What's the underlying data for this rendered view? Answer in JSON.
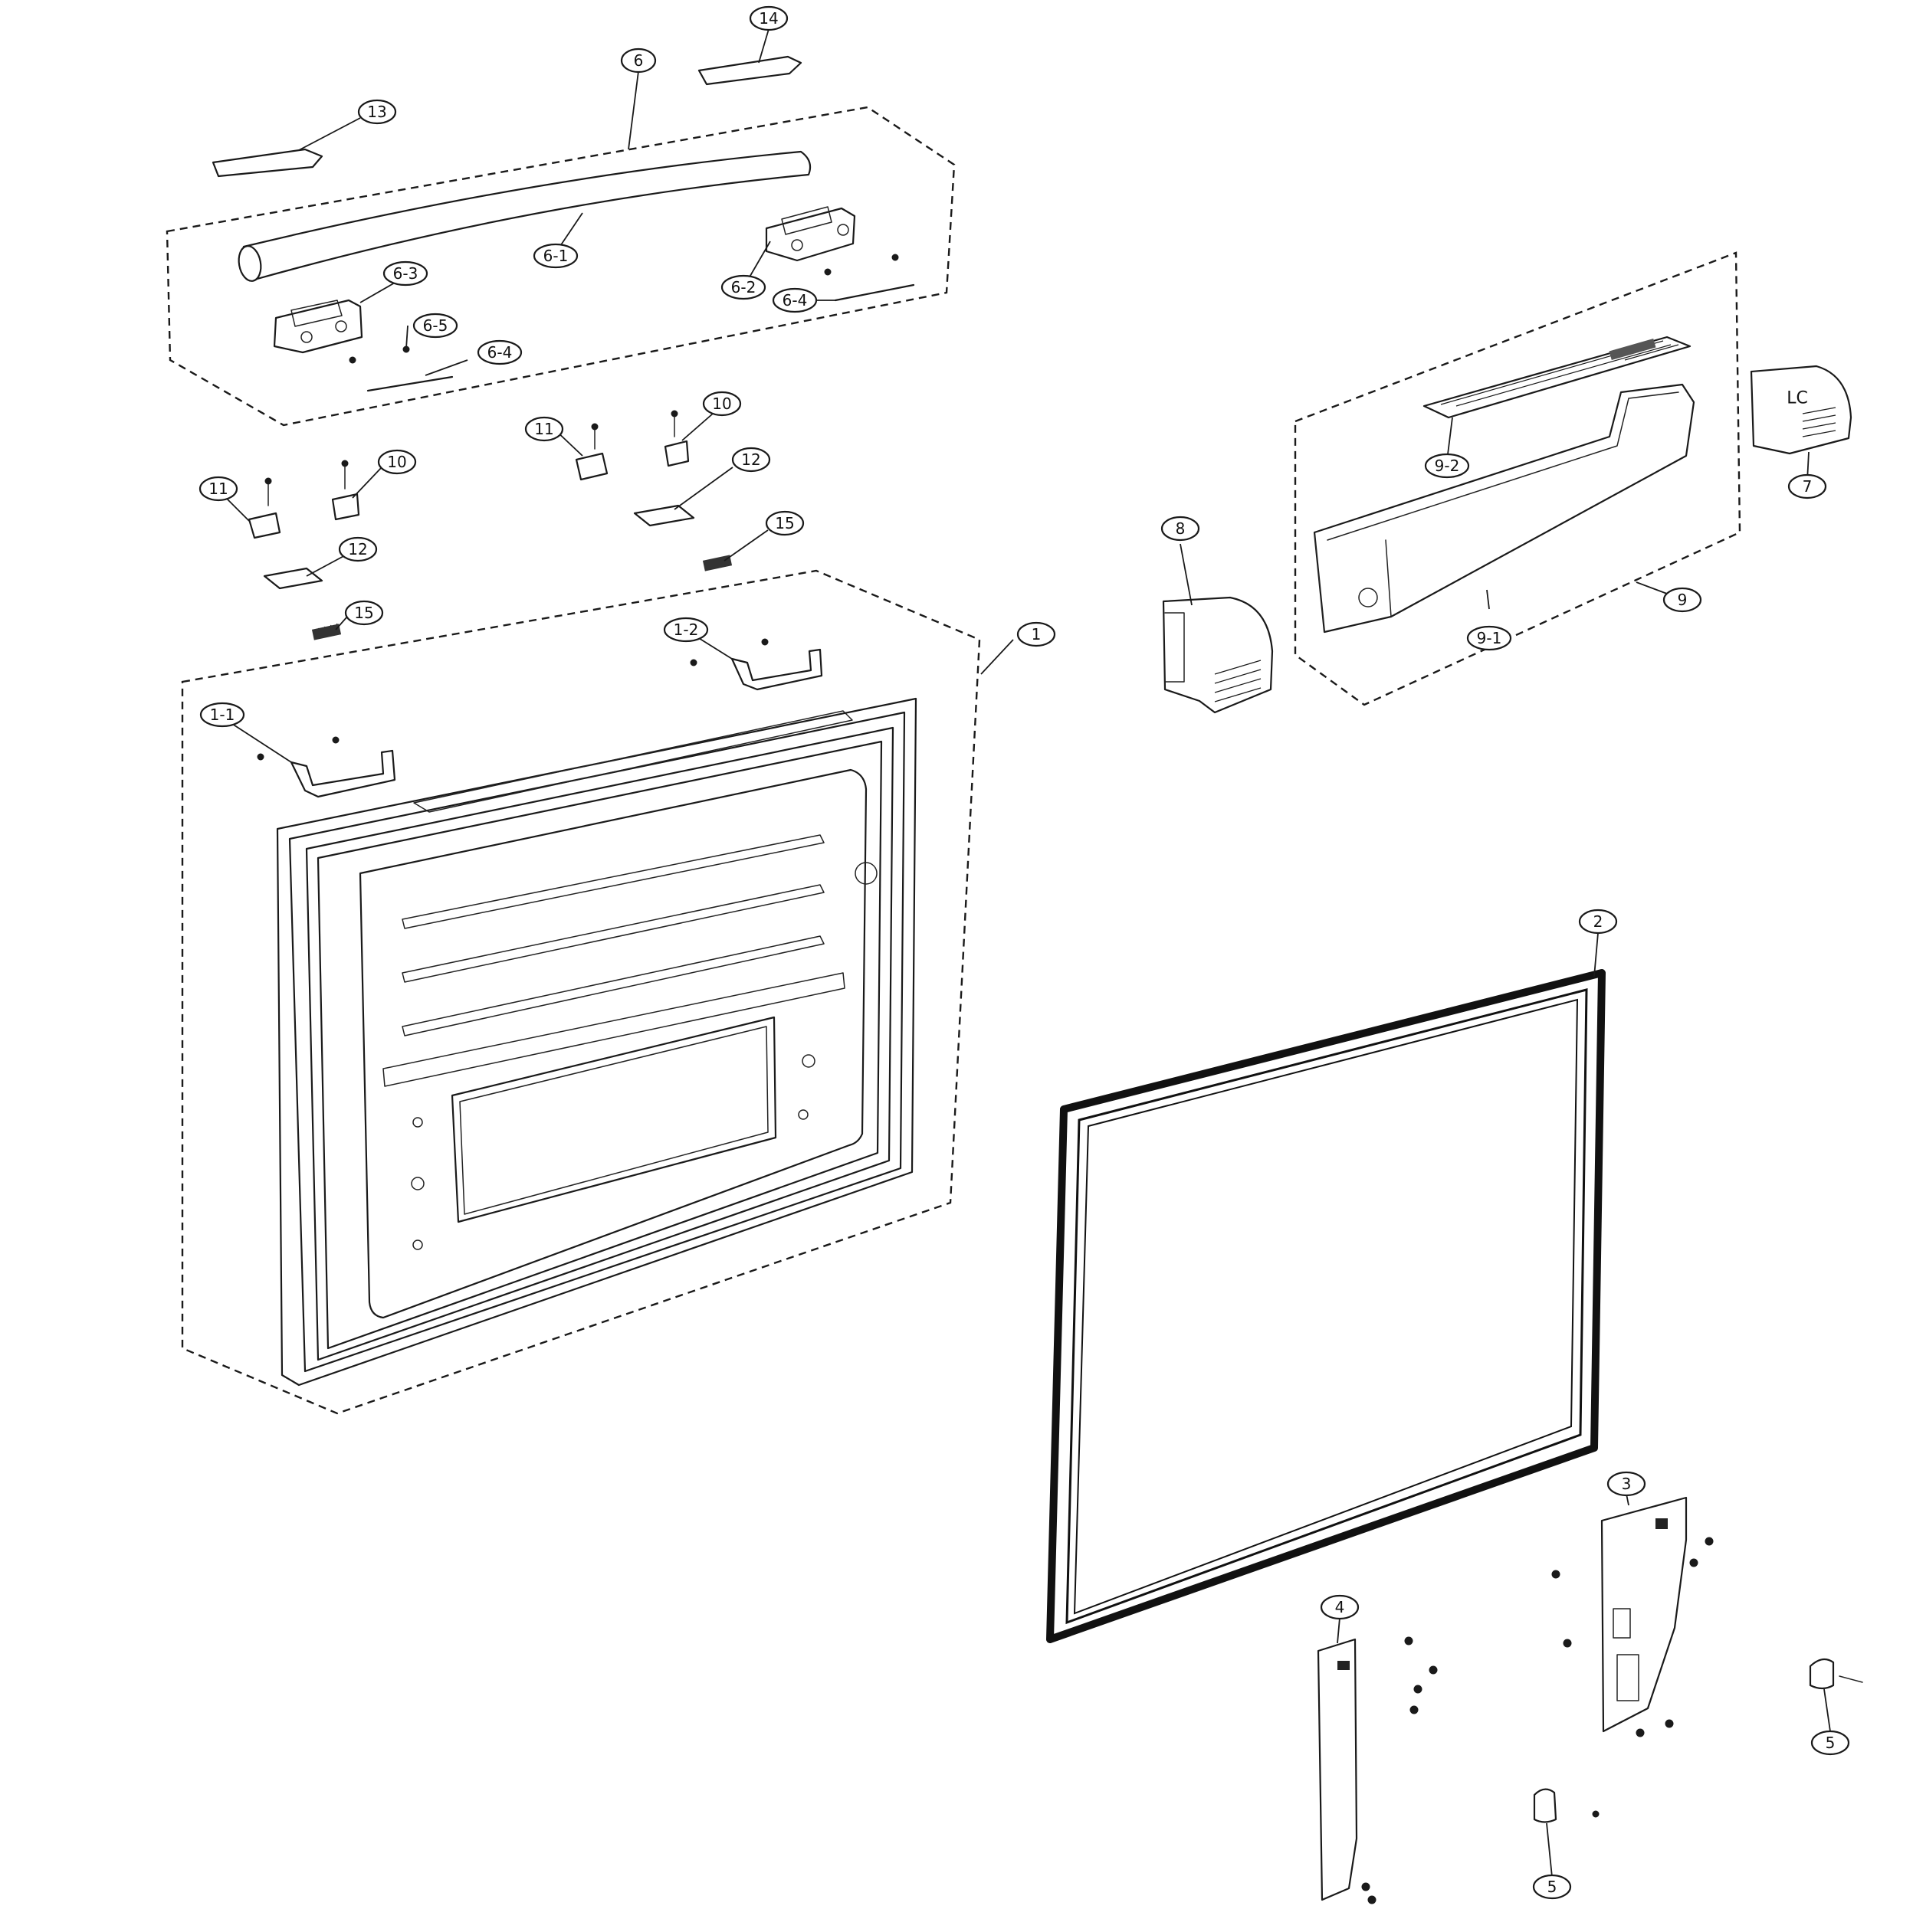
{
  "diagram": {
    "labels": {
      "door_assembly": "1",
      "bracket_left": "1-1",
      "bracket_right": "1-2",
      "gasket": "2",
      "hinge_bracket_right": "3",
      "hinge_bracket_left": "4",
      "hinge_cap_bottom": "5",
      "hinge_cap_right": "5",
      "handle_assembly": "6",
      "handle_bar": "6-1",
      "handle_end_right": "6-2",
      "handle_end_left": "6-3",
      "handle_rod_left": "6-4",
      "handle_rod_right": "6-4",
      "handle_screw": "6-5",
      "cover_right": "7",
      "cover_left": "8",
      "guard_assembly": "9",
      "guard_bin": "9-1",
      "guard_lid": "9-2",
      "stopper_a_left": "10",
      "stopper_a_right": "10",
      "stopper_b_left": "11",
      "stopper_b_right": "11",
      "slider_left": "12",
      "slider_right": "12",
      "cap_left": "13",
      "cap_right": "14",
      "spring_left": "15",
      "spring_right": "15"
    },
    "cover_marking": "LC"
  }
}
